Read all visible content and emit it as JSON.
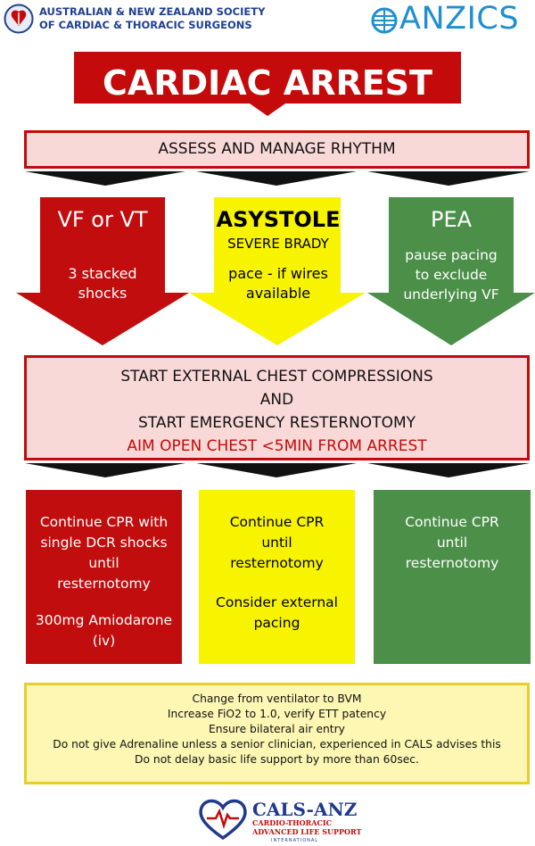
{
  "header": {
    "society_line1": "AUSTRALIAN & NEW ZEALAND SOCIETY",
    "society_line2": "OF CARDIAC & THORACIC SURGEONS",
    "anzics": "ANZICS"
  },
  "title": "CARDIAC ARREST",
  "assess": "ASSESS AND MANAGE RHYTHM",
  "columns": {
    "vf": {
      "title": "VF or VT",
      "line1": "3 stacked",
      "line2": "shocks"
    },
    "asystole": {
      "title": "ASYSTOLE",
      "subtitle": "SEVERE BRADY",
      "line1": "pace - if wires",
      "line2": "available"
    },
    "pea": {
      "title": "PEA",
      "line1": "pause pacing",
      "line2": "to exclude",
      "line3": "underlying VF"
    }
  },
  "compressions": {
    "line1": "START EXTERNAL CHEST COMPRESSIONS",
    "line2": "AND",
    "line3": "START EMERGENCY RESTERNOTOMY",
    "line4": "AIM OPEN CHEST <5MIN FROM ARREST"
  },
  "boxes": {
    "red": {
      "l1": "Continue CPR with",
      "l2": "single DCR shocks",
      "l3": "until",
      "l4": "resternotomy",
      "l5": "300mg Amiodarone",
      "l6": "(iv)"
    },
    "yellow": {
      "l1": "Continue CPR",
      "l2": "until",
      "l3": "resternotomy",
      "l4": "Consider external",
      "l5": "pacing"
    },
    "green": {
      "l1": "Continue CPR",
      "l2": "until",
      "l3": "resternotomy"
    }
  },
  "notes": [
    "Change from ventilator to BVM",
    "Increase FiO2 to 1.0, verify ETT patency",
    "Ensure bilateral air entry",
    "Do not give Adrenaline unless a senior clinician, experienced in CALS advises this",
    "Do not delay basic life support by more than 60sec."
  ],
  "footer": {
    "name": "CALS-ANZ",
    "sub1": "CARDIO-THORACIC",
    "sub2": "ADVANCED LIFE SUPPORT",
    "sub3": "INTERNATIONAL"
  },
  "colors": {
    "red": "#c10d0d",
    "yellow": "#f8f400",
    "green": "#4b8f48",
    "pink": "#f9d9d8",
    "navy": "#1f3f8f",
    "blue": "#1f8fd1"
  }
}
